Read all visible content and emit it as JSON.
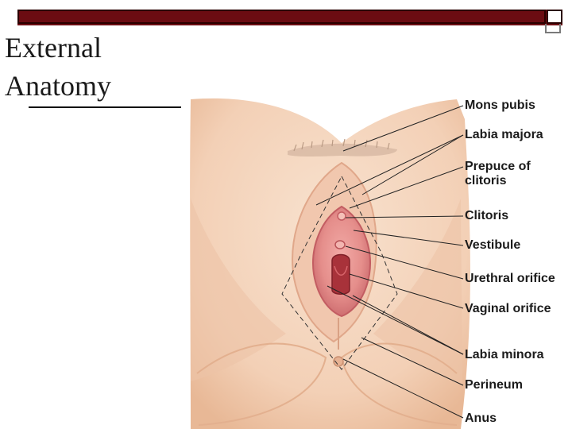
{
  "slide": {
    "title": "External\nAnatomy"
  },
  "labels": {
    "mons_pubis": "Mons pubis",
    "labia_majora": "Labia majora",
    "prepuce": "Prepuce of\nclitoris",
    "clitoris": "Clitoris",
    "vestibule": "Vestibule",
    "urethral_orifice": "Urethral orifice",
    "vaginal_orifice": "Vaginal orifice",
    "labia_minora": "Labia minora",
    "perineum": "Perineum",
    "anus": "Anus"
  },
  "colors": {
    "top_bar": "#6b0c12",
    "skin": "#f6d9c2",
    "skin_shadow": "#e9b99a",
    "mucosa": "#e88f8c",
    "mucosa_dark": "#c65a5e"
  }
}
